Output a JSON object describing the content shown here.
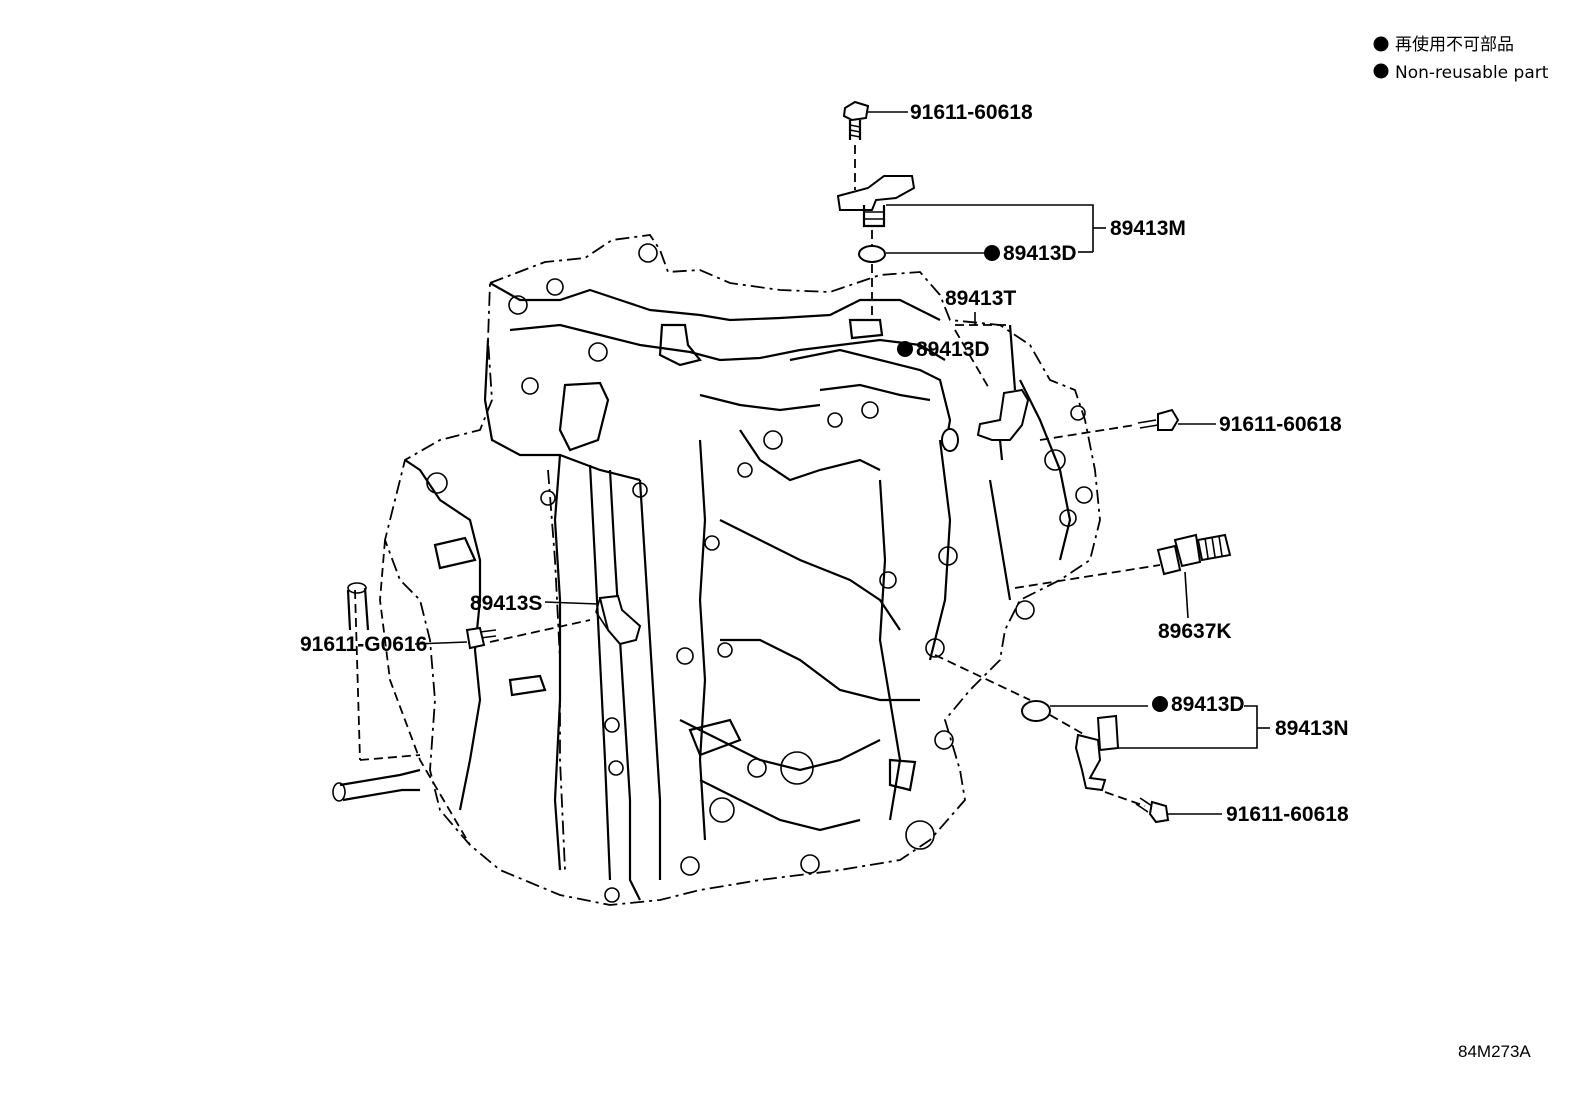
{
  "legend": {
    "marker": "●",
    "japanese": "再使用不可部品",
    "english": "Non-reusable part"
  },
  "figure_code": "84M273A",
  "parts": {
    "bolt_top": "91611-60618",
    "sensor_m": "89413M",
    "oring_m": "89413D",
    "sensor_t": "89413T",
    "oring_t": "89413D",
    "bolt_right": "91611-60618",
    "sensor_k": "89637K",
    "sensor_s": "89413S",
    "bolt_left": "91611-G0616",
    "oring_n": "89413D",
    "sensor_n": "89413N",
    "bolt_bottom": "91611-60618"
  }
}
